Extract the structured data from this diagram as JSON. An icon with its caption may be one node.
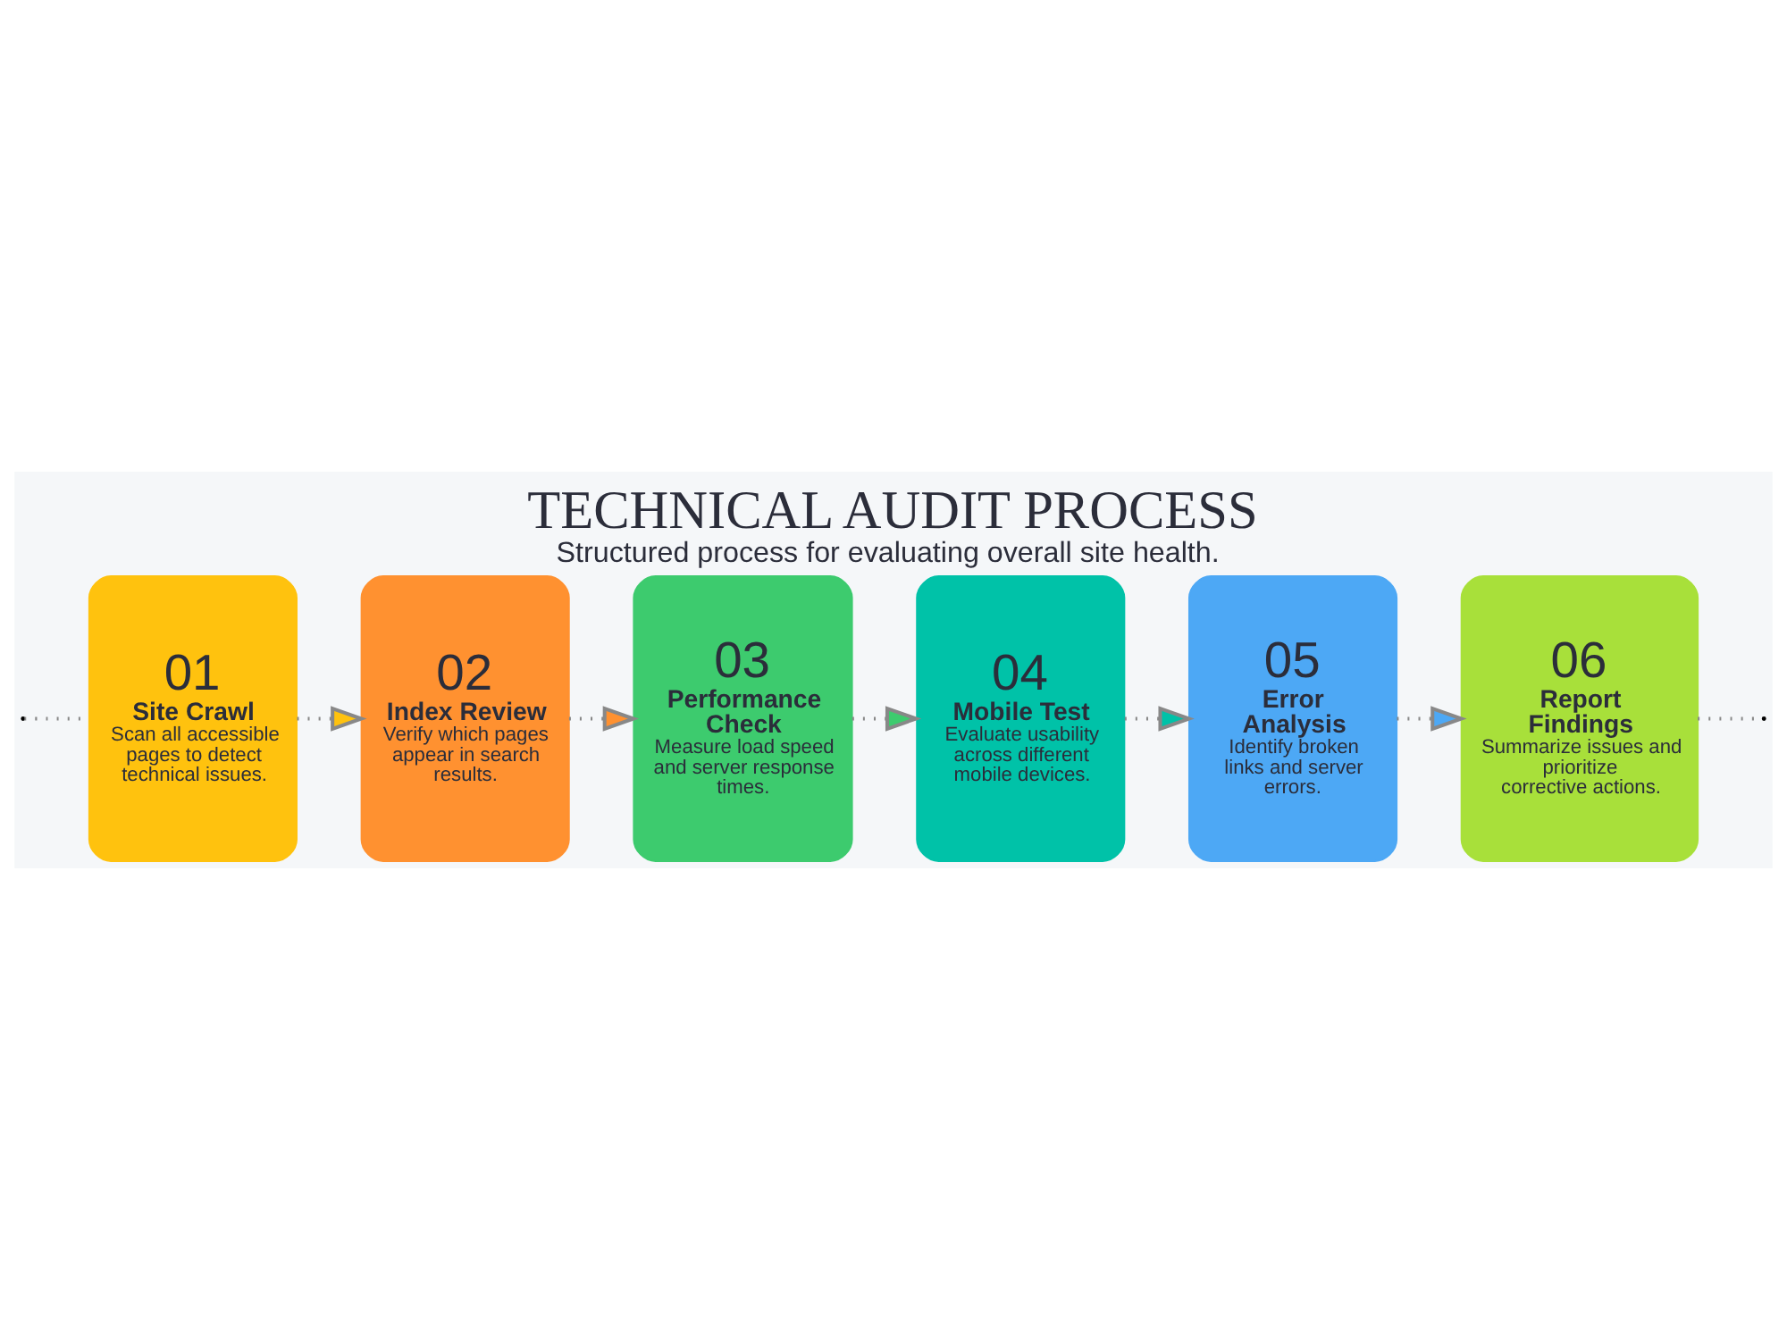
{
  "diagram": {
    "title": "TECHNICAL AUDIT PROCESS",
    "caption": "Structured process for evaluating overall site health.",
    "nodes": [
      {
        "text": [
          "01",
          "Site Crawl",
          "Scan all accessible pages to detect technical issues."
        ]
      },
      {
        "text": [
          "02",
          "Index Review",
          "Verify which pages appear in search results."
        ]
      },
      {
        "text": [
          "03",
          "Performance Check",
          "Measure load speed and server response times."
        ]
      },
      {
        "text": [
          "04",
          "Mobile Test",
          "Evaluate usability across different mobile devices."
        ]
      },
      {
        "text": [
          "05",
          "Error Analysis",
          "Identify broken links and server errors."
        ]
      },
      {
        "text": [
          "06",
          "Report Findings",
          "Summarize issues and prioritize corrective actions."
        ]
      }
    ],
    "edges": [
      {
        "from": null,
        "to": 0,
        "arrow": "none"
      },
      {
        "from": 0,
        "to": 1,
        "arrow": "to"
      },
      {
        "from": 1,
        "to": 2,
        "arrow": "to"
      },
      {
        "from": 2,
        "to": 3,
        "arrow": "to"
      },
      {
        "from": 3,
        "to": 4,
        "arrow": "to"
      },
      {
        "from": 4,
        "to": 5,
        "arrow": "to"
      },
      {
        "from": 5,
        "to": null,
        "arrow": "none"
      }
    ]
  }
}
